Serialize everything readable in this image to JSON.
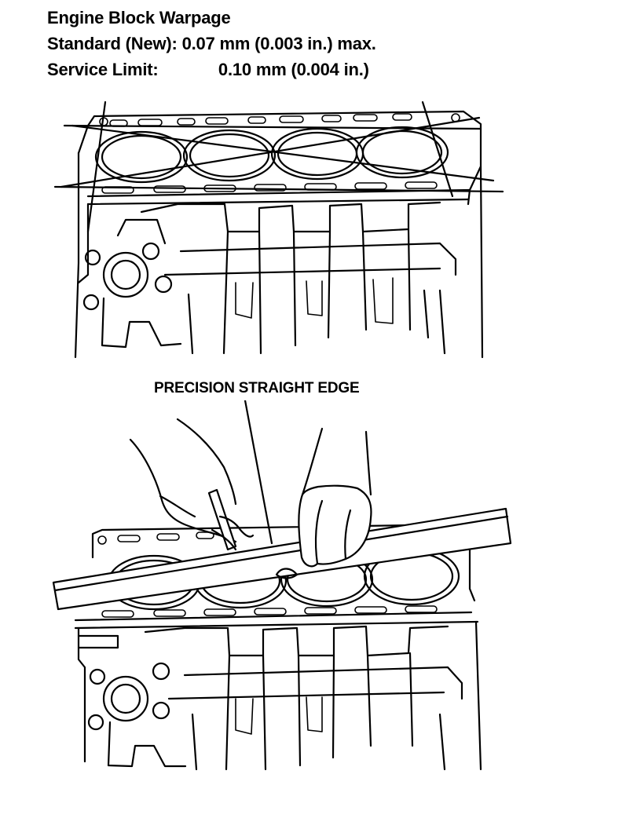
{
  "spec": {
    "title": "Engine Block Warpage",
    "standard_label": "Standard (New):",
    "standard_value": "0.07 mm (0.003 in.) max.",
    "limit_label": "Service Limit:",
    "limit_value": "0.10 mm (0.004 in.)"
  },
  "figure2": {
    "callout_label": "PRECISION STRAIGHT EDGE"
  }
}
